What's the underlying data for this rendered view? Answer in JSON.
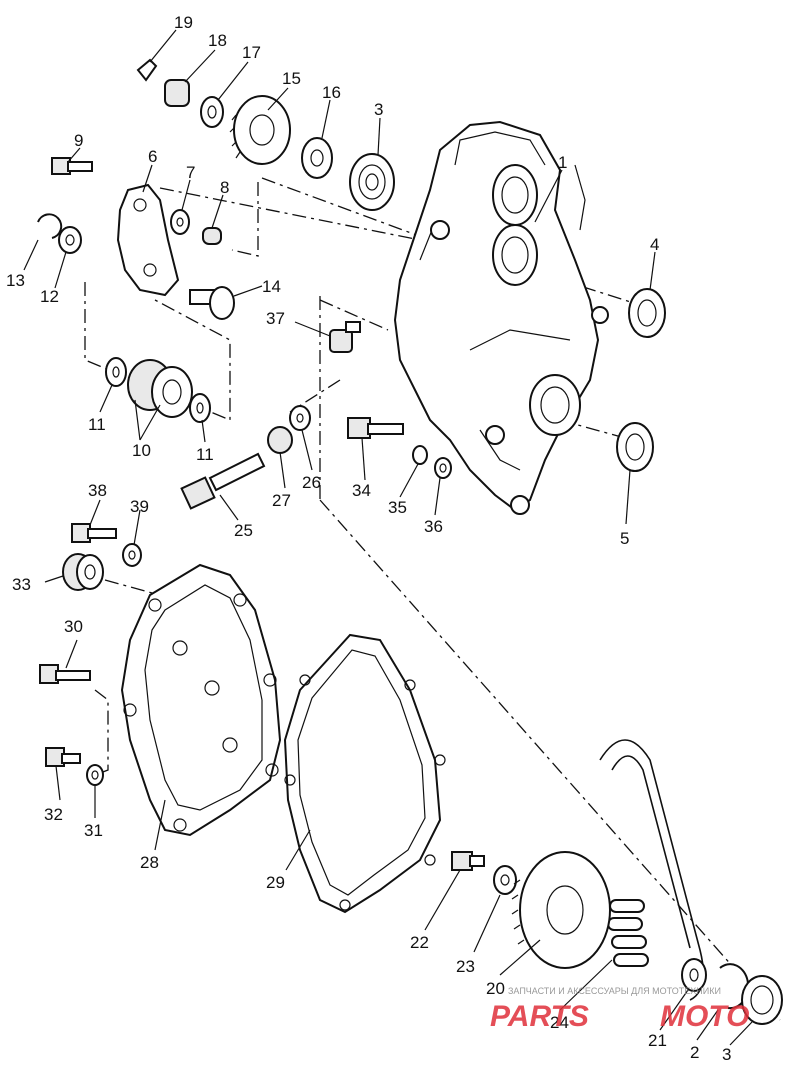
{
  "labels": {
    "p1": "1",
    "p2": "2",
    "p3a": "3",
    "p3b": "3",
    "p4": "4",
    "p5": "5",
    "p6": "6",
    "p7": "7",
    "p8": "8",
    "p9": "9",
    "p10": "10",
    "p11a": "11",
    "p11b": "11",
    "p12": "12",
    "p13": "13",
    "p14": "14",
    "p15": "15",
    "p16": "16",
    "p17": "17",
    "p18": "18",
    "p19": "19",
    "p20": "20",
    "p21": "21",
    "p22": "22",
    "p23": "23",
    "p24": "24",
    "p25": "25",
    "p26": "26",
    "p27": "27",
    "p28": "28",
    "p29": "29",
    "p30": "30",
    "p31": "31",
    "p32": "32",
    "p33": "33",
    "p34": "34",
    "p35": "35",
    "p36": "36",
    "p37": "37",
    "p38": "38",
    "p39": "39"
  },
  "watermark": {
    "small": "ЗАПЧАСТИ И АКСЕССУАРЫ ДЛЯ МОТОТЕХНИКИ",
    "logo_left": "PARTS",
    "logo_right": "MOTO"
  },
  "colors": {
    "ink": "#111111",
    "watermark": "#e0303a",
    "paper": "#ffffff"
  }
}
